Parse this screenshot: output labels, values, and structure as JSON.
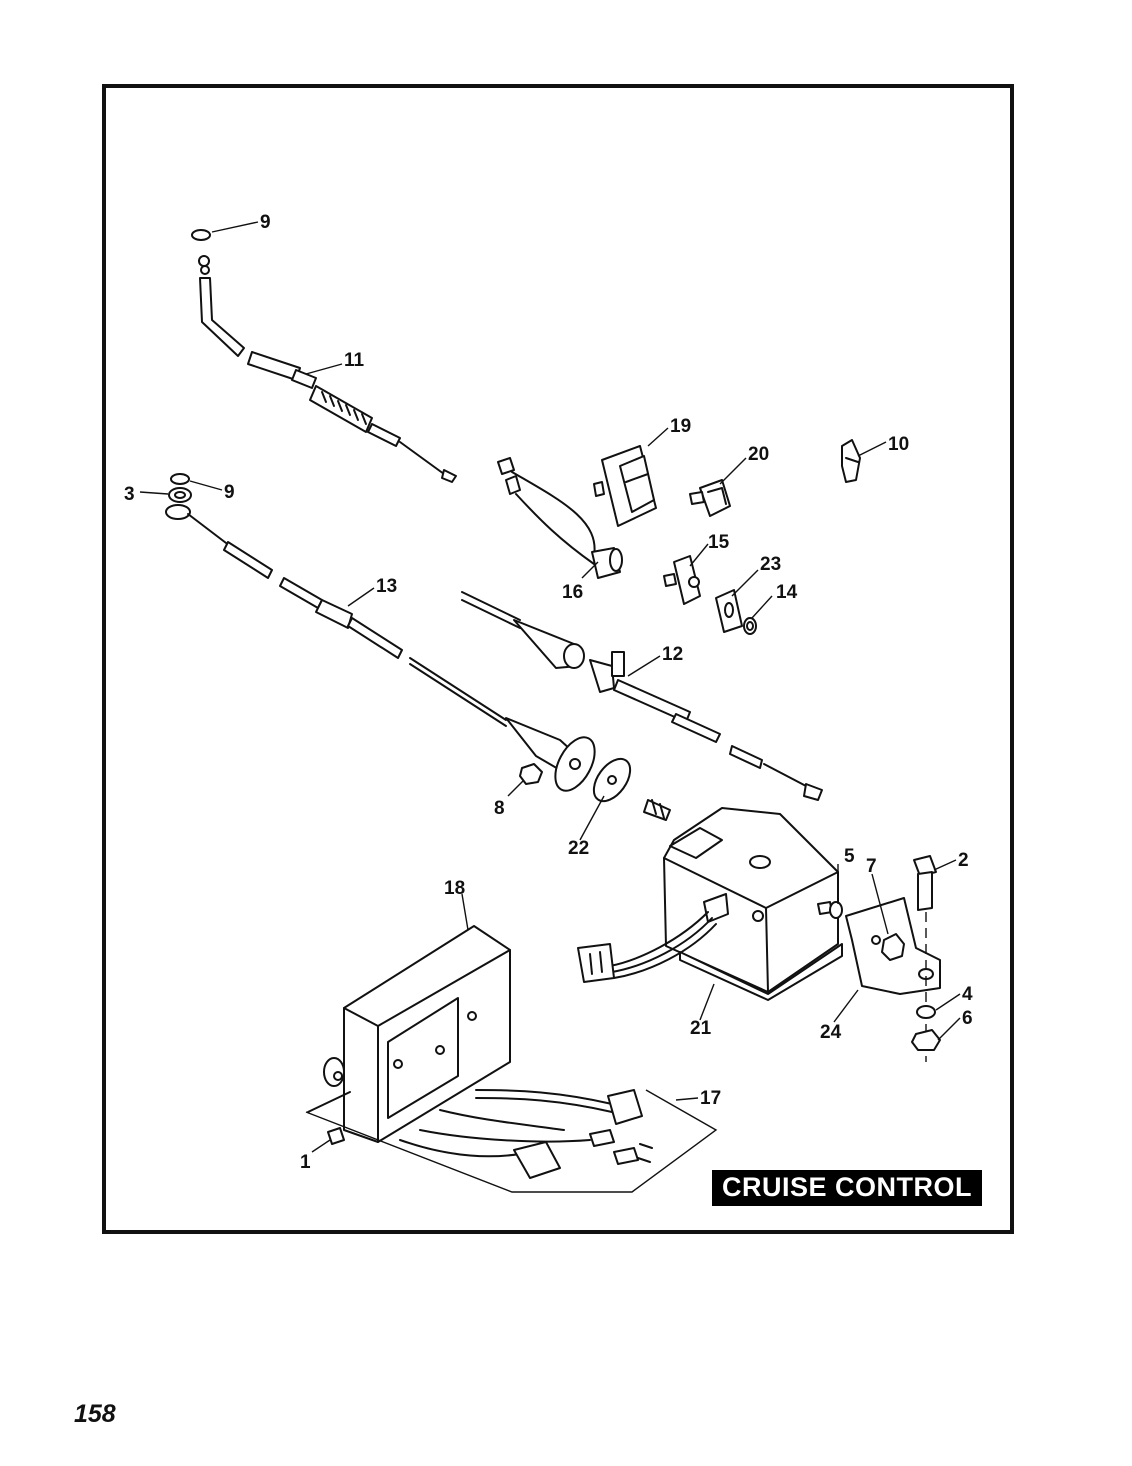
{
  "page": {
    "number": "158"
  },
  "diagram": {
    "badge_text": "CRUISE CONTROL",
    "callouts": {
      "c1": "1",
      "c2": "2",
      "c3": "3",
      "c4": "4",
      "c5": "5",
      "c6": "6",
      "c7": "7",
      "c8": "8",
      "c9a": "9",
      "c9b": "9",
      "c10": "10",
      "c11": "11",
      "c12": "12",
      "c13": "13",
      "c14": "14",
      "c15": "15",
      "c16": "16",
      "c17": "17",
      "c18": "18",
      "c19": "19",
      "c20": "20",
      "c21": "21",
      "c22": "22",
      "c23": "23",
      "c24": "24"
    }
  }
}
